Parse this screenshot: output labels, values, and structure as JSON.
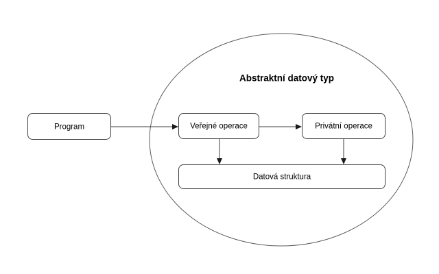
{
  "diagram": {
    "title": "Abstraktní datový typ",
    "background_color": "#ffffff",
    "stroke_color": "#3f3f3f",
    "text_color": "#000000",
    "nodes": [
      {
        "id": "program",
        "label": "Program"
      },
      {
        "id": "verejne-operace",
        "label": "Veřejné operace"
      },
      {
        "id": "privatni-operace",
        "label": "Privátní operace"
      },
      {
        "id": "datova-struktura",
        "label": "Datová struktura"
      }
    ],
    "group": {
      "id": "abstraktni-datovy-typ",
      "label": "Abstraktní datový typ",
      "shape": "ellipse",
      "members": [
        "verejne-operace",
        "privatni-operace",
        "datova-struktura"
      ]
    },
    "edges": [
      {
        "id": "program-to-verejne",
        "from": "Program",
        "to": "Veřejné operace",
        "label": ""
      },
      {
        "id": "verejne-to-privatni",
        "from": "Veřejné operace",
        "to": "Privátní operace",
        "label": ""
      },
      {
        "id": "verejne-to-datova",
        "from": "Veřejné operace",
        "to": "Datová struktura",
        "label": ""
      },
      {
        "id": "privatni-to-datova",
        "from": "Privátní operace",
        "to": "Datová struktura",
        "label": ""
      }
    ]
  }
}
